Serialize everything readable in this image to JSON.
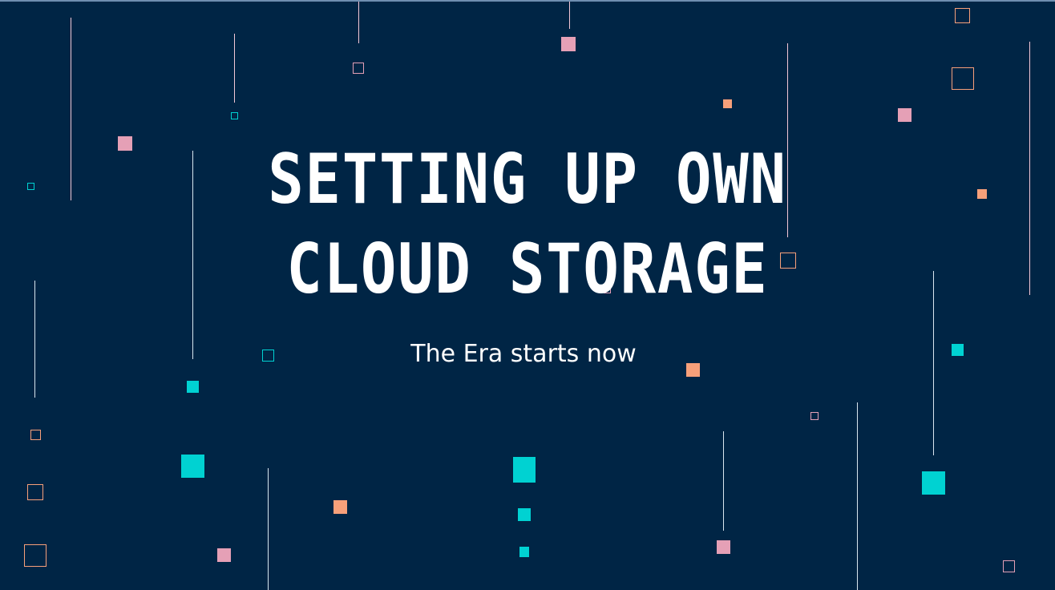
{
  "slide": {
    "title_line_1": "SETTING UP OWN",
    "title_line_2": "CLOUD STORAGE",
    "subtitle": "The Era starts now"
  },
  "colors": {
    "background": "#002545",
    "text": "#ffffff",
    "pink": "#e5a0b6",
    "orange": "#f7a07a",
    "teal": "#00d2d2",
    "line": "#ffe0ea"
  },
  "decorations": {
    "squares": "square-icon",
    "lines": "falling-line"
  }
}
